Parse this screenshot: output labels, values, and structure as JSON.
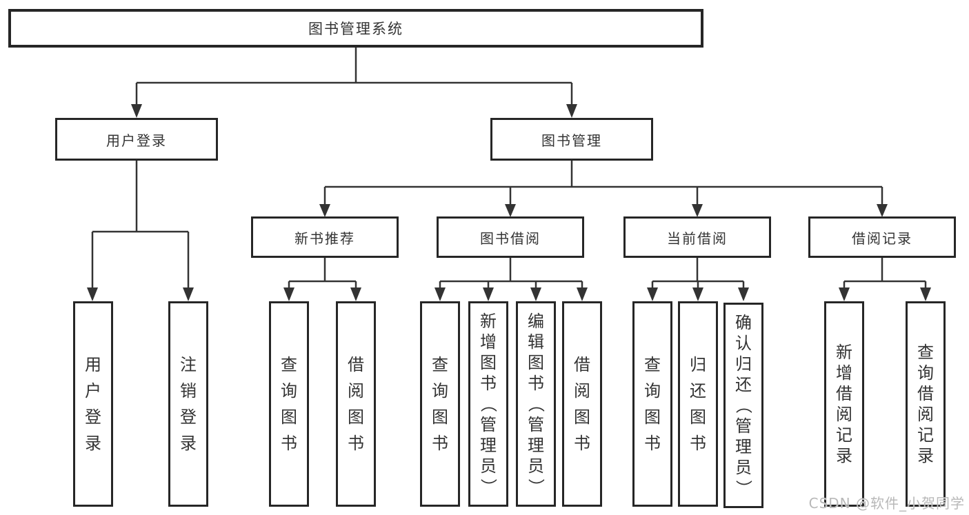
{
  "tree": {
    "root": {
      "label": "图书管理系统",
      "children": [
        {
          "label": "用户登录",
          "children": [
            {
              "label": "用户登录"
            },
            {
              "label": "注销登录"
            }
          ]
        },
        {
          "label": "图书管理",
          "children": [
            {
              "label": "新书推荐",
              "children": [
                {
                  "label": "查询图书"
                },
                {
                  "label": "借阅图书"
                }
              ]
            },
            {
              "label": "图书借阅",
              "children": [
                {
                  "label": "查询图书"
                },
                {
                  "label": "新增图书（管理员）"
                },
                {
                  "label": "编辑图书（管理员）"
                },
                {
                  "label": "借阅图书"
                }
              ]
            },
            {
              "label": "当前借阅",
              "children": [
                {
                  "label": "查询图书"
                },
                {
                  "label": "归还图书"
                },
                {
                  "label": "确认归还（管理员）"
                }
              ]
            },
            {
              "label": "借阅记录",
              "children": [
                {
                  "label": "新增借阅记录"
                },
                {
                  "label": "查询借阅记录"
                }
              ]
            }
          ]
        }
      ]
    }
  },
  "watermark": {
    "text": "CSDN @软件_小贺同学"
  },
  "colors": {
    "line": "#333333",
    "border": "#262626",
    "text": "#333333",
    "watermark_text": "#b8b8b8",
    "background": "#ffffff"
  }
}
